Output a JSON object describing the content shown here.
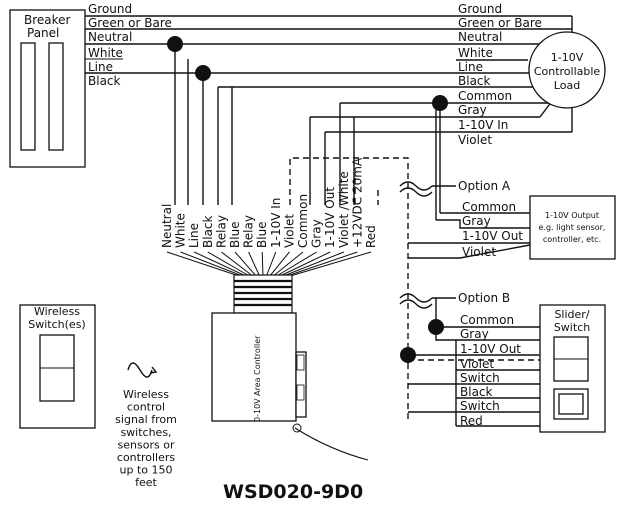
{
  "title": "WSD020-9D0",
  "breaker_panel": {
    "line1": "Breaker",
    "line2": "Panel"
  },
  "left_wires": {
    "ground": "Ground",
    "green_bare": "Green or Bare",
    "neutral": "Neutral",
    "white": "White",
    "line": "Line",
    "black": "Black"
  },
  "right_wires": {
    "ground": "Ground",
    "green_bare": "Green or Bare",
    "neutral": "Neutral",
    "white": "White",
    "line": "Line",
    "black": "Black",
    "common": "Common",
    "gray": "Gray",
    "in_1_10v": "1-10V In",
    "violet": "Violet"
  },
  "load": {
    "line1": "1-10V",
    "line2": "Controllable",
    "line3": "Load"
  },
  "option_a": {
    "label": "Option A",
    "common": "Common",
    "gray": "Gray",
    "out": "1-10V Out",
    "violet": "Violet"
  },
  "output_box": {
    "line1": "1-10V Output",
    "line2": "e.g. light sensor,",
    "line3": "controller, etc."
  },
  "option_b": {
    "label": "Option B",
    "common": "Common",
    "gray": "Gray",
    "out": "1-10V Out",
    "violet": "Violet",
    "switch1": "Switch",
    "black": "Black",
    "switch2": "Switch",
    "red": "Red"
  },
  "slider": {
    "line1": "Slider/",
    "line2": "Switch"
  },
  "controller_leads": [
    "Neutral",
    "White",
    "Line",
    "Black",
    "Relay",
    "Blue",
    "Relay",
    "Blue",
    "1-10V In",
    "Violet",
    "Common",
    "Gray",
    "1-10V Out",
    "Violet /White",
    "+12VDC 20mA",
    "Red"
  ],
  "controller_label": "0-10V Area Controller",
  "wireless_switch": {
    "line1": "Wireless",
    "line2": "Switch(es)"
  },
  "wireless_note": [
    "Wireless",
    "control",
    "signal from",
    "switches,",
    "sensors or",
    "controllers",
    "up to 150",
    "feet"
  ]
}
